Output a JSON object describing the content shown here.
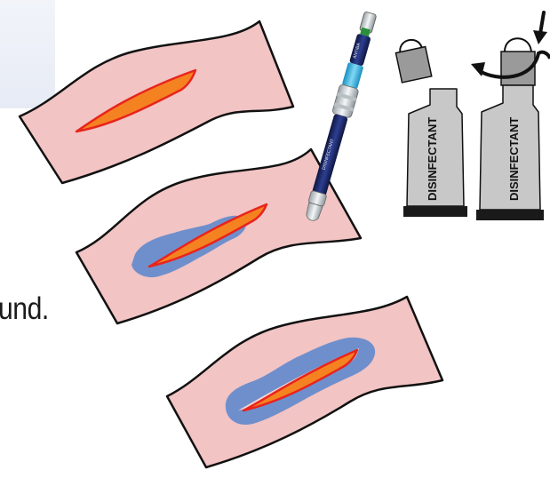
{
  "caption": {
    "visible_fragment": "und."
  },
  "bottles": [
    {
      "label": "DISINFECTANT",
      "cap": "removed"
    },
    {
      "label": "DISINFECTANT",
      "cap": "twisting"
    }
  ],
  "colors": {
    "skin": "#f2c4c4",
    "wound_border": "#e8241c",
    "wound_fill": "#f58220",
    "disinfectant_spread": "#6f8fcc",
    "bottle_body": "#c8c8c8",
    "bottle_base": "#1a1a1a",
    "pen_body": "#1d2a6b",
    "pen_band": "#35b6e6"
  },
  "icons": [
    "rotation-arrow-icon",
    "downward-arrow-icon"
  ]
}
